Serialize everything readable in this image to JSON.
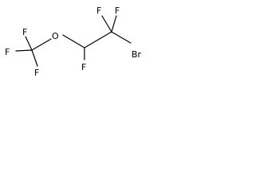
{
  "molecule": {
    "atoms": {
      "f_cf3_top": "F",
      "f_cf3_left": "F",
      "f_cf3_bottom": "F",
      "o_ether": "O",
      "f_ch": "F",
      "f_cf2_left": "F",
      "f_cf2_right": "F",
      "br": "Br"
    },
    "colors": {
      "bond": "#000000",
      "text": "#000000",
      "background": "#ffffff"
    }
  }
}
